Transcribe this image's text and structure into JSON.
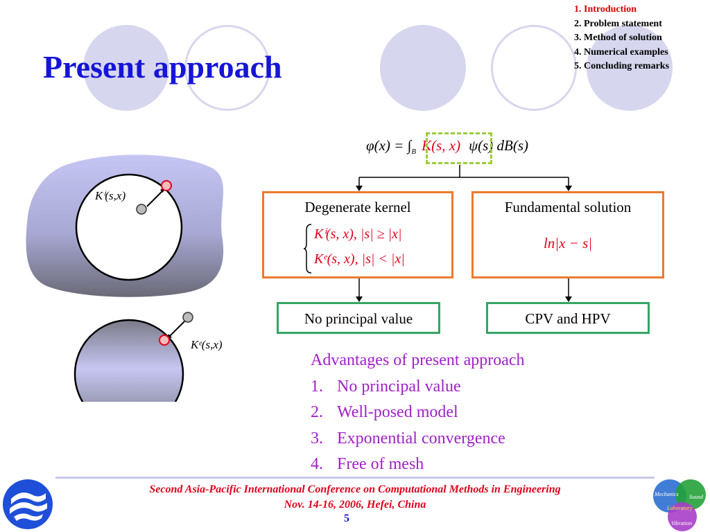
{
  "slide": {
    "title": "Present approach",
    "page_number": "5"
  },
  "outline": [
    {
      "label": "1. Introduction",
      "active": true
    },
    {
      "label": "2. Problem statement",
      "active": false
    },
    {
      "label": "3. Method of solution",
      "active": false
    },
    {
      "label": "4. Numerical examples",
      "active": false
    },
    {
      "label": "5. Concluding remarks",
      "active": false
    }
  ],
  "formula": {
    "lhs": "φ(x) = ∫",
    "subscript": "B",
    "kernel": "K(s, x)",
    "rhs": "ψ(s) dB(s)"
  },
  "figures": {
    "interior_label": "Kⁱ(s,x)",
    "exterior_label": "Kᵉ(s,x)"
  },
  "flow": {
    "degenerate": {
      "title": "Degenerate kernel",
      "line1": "Kⁱ(s, x),  |s| ≥ |x|",
      "line2": "Kᵉ(s, x),  |s| < |x|"
    },
    "fundamental": {
      "title": "Fundamental solution",
      "expr": "ln|x − s|"
    },
    "no_pv": "No principal value",
    "cpv_hpv": "CPV and HPV"
  },
  "advantages": {
    "heading": "Advantages of present approach",
    "items": [
      {
        "num": "1.",
        "text": "No principal value"
      },
      {
        "num": "2.",
        "text": "Well-posed model"
      },
      {
        "num": "3.",
        "text": "Exponential convergence"
      },
      {
        "num": "4.",
        "text": "Free of mesh"
      }
    ]
  },
  "footer": {
    "line1": "Second Asia-Pacific International Conference on Computational Methods in Engineering",
    "line2": "Nov. 14-16, 2006, Hefei, China"
  },
  "logo": {
    "word1": "Mechanics",
    "word2": "Sound",
    "word3": "Laboratory",
    "word4": "Vibration"
  },
  "colors": {
    "title": "#1515d8",
    "accent_red": "#e0001b",
    "advantages": "#a020c8",
    "box_orange": "#ec7a2c",
    "box_green": "#35a564",
    "kernel_dash": "#9ccc3c"
  }
}
